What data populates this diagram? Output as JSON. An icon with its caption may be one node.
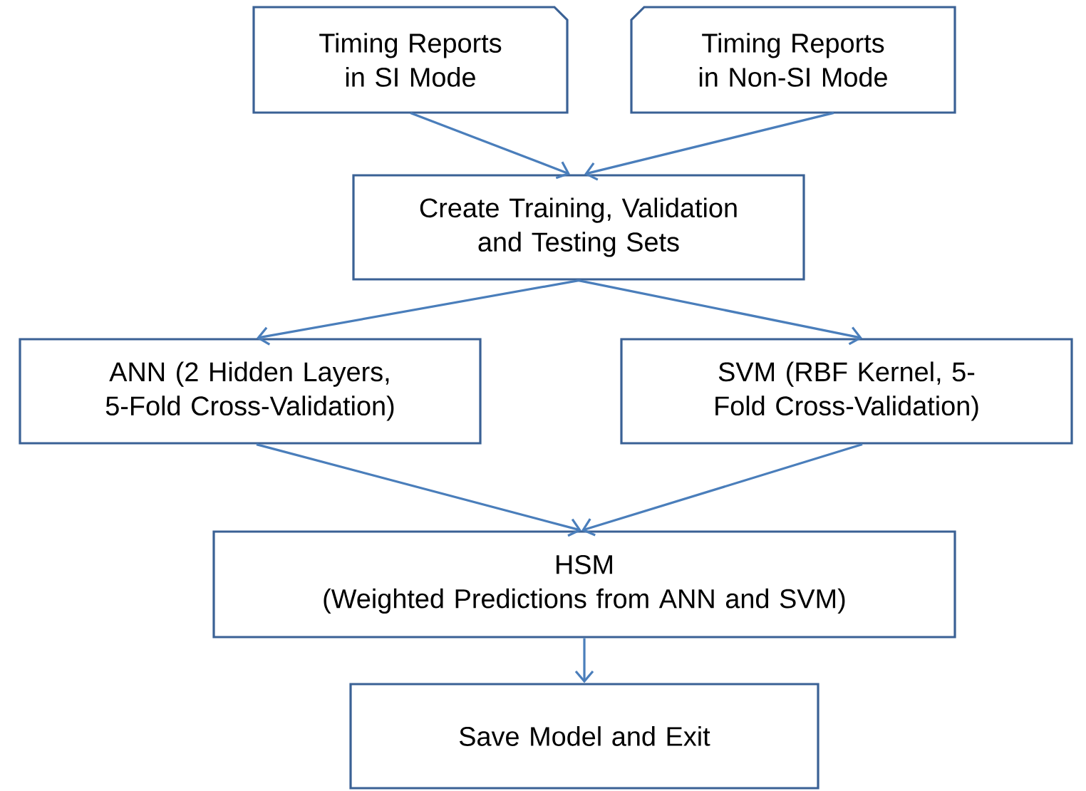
{
  "diagram": {
    "nodes": [
      {
        "text": [
          "Timing Reports in SI Mode"
        ]
      },
      {
        "text": [
          "Timing Reports in Non-SI Mode"
        ]
      },
      {
        "text": [
          "Create Training, Validation and Testing Sets"
        ]
      },
      {
        "text": [
          "ANN (2 Hidden Layers, 5-Fold Cross-Validation)"
        ]
      },
      {
        "text": [
          "SVM (RBF Kernel, 5-Fold Cross-Validation)"
        ]
      },
      {
        "text": [
          "HSM",
          "(Weighted Predictions from ANN and SVM)"
        ]
      },
      {
        "text": [
          "Save Model and Exit"
        ]
      }
    ],
    "edges": [
      {
        "from": 0,
        "to": 2,
        "arrow": "to"
      },
      {
        "from": 1,
        "to": 2,
        "arrow": "to"
      },
      {
        "from": 2,
        "to": 3,
        "arrow": "to"
      },
      {
        "from": 2,
        "to": 4,
        "arrow": "to"
      },
      {
        "from": 3,
        "to": 5,
        "arrow": "to"
      },
      {
        "from": 4,
        "to": 5,
        "arrow": "to"
      },
      {
        "from": 5,
        "to": 6,
        "arrow": "to"
      }
    ]
  }
}
